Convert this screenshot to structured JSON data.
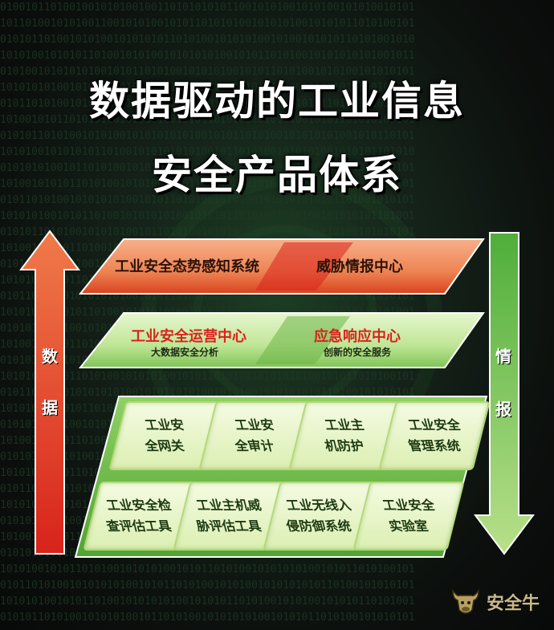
{
  "title": {
    "line1": "数据驱动的工业信息",
    "line2": "安全产品体系"
  },
  "left_arrow": {
    "label_1": "数",
    "label_2": "据"
  },
  "right_arrow": {
    "label_1": "情",
    "label_2": "报"
  },
  "top_band": {
    "left_label": "工业安全态势感知系统",
    "right_label": "威胁情报中心"
  },
  "mid_band": {
    "left_label": "工业安全运营中心",
    "left_sub": "大数据安全分析",
    "right_label": "应急响应中心",
    "right_sub": "创新的安全服务"
  },
  "grid": {
    "row1": [
      {
        "line1": "工业安",
        "line2": "全网关"
      },
      {
        "line1": "工业安",
        "line2": "全审计"
      },
      {
        "line1": "工业主",
        "line2": "机防护"
      },
      {
        "line1": "工业安全",
        "line2": "管理系统"
      }
    ],
    "row2": [
      {
        "line1": "工业安全检",
        "line2": "查评估工具"
      },
      {
        "line1": "工业主机威",
        "line2": "胁评估工具"
      },
      {
        "line1": "工业无线入",
        "line2": "侵防御系统"
      },
      {
        "line1": "工业安全",
        "line2": "实验室"
      }
    ]
  },
  "logo": {
    "text": "安全牛"
  },
  "colors": {
    "title": "#ffffff",
    "red_arrow": "#e8522a",
    "green_arrow": "#5cb84a",
    "top_band": "#f08a5a",
    "mid_band": "#b7e08a",
    "grid_base": "#6fbf47",
    "accent_red": "#d8231b"
  }
}
